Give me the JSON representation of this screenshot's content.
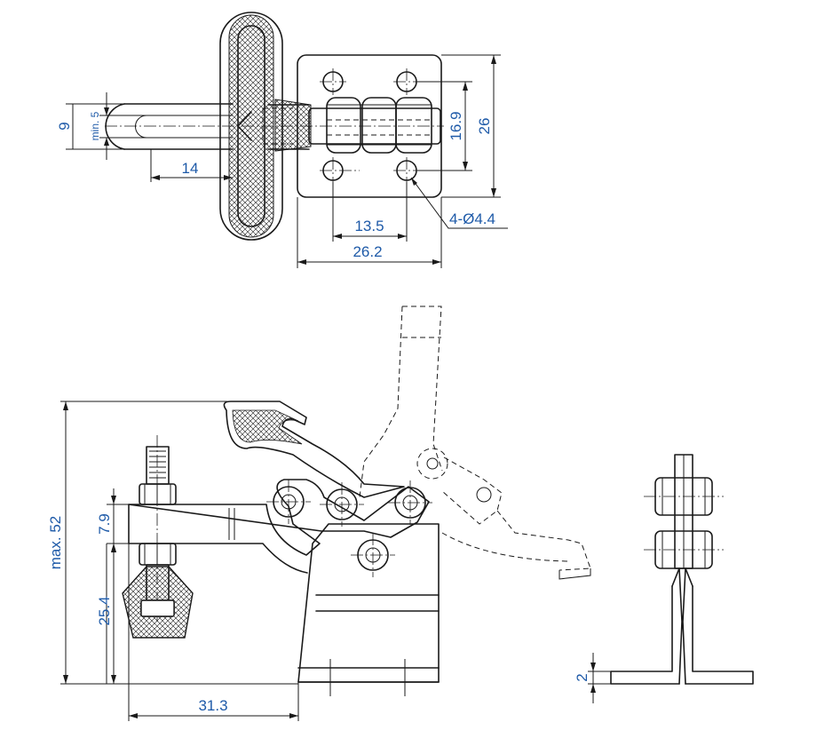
{
  "colors": {
    "dimension_text": "#1e5aa8",
    "line": "#1a1a1a",
    "hatch": "#1a1a1a"
  },
  "top_view": {
    "dim_9": "9",
    "dim_min5": "min. 5",
    "dim_14": "14",
    "dim_16_9": "16.9",
    "dim_26": "26",
    "dim_13_5": "13.5",
    "dim_26_2": "26.2",
    "dim_holes": "4-Ø4.4"
  },
  "side_view": {
    "dim_max52": "max. 52",
    "dim_7_9": "7.9",
    "dim_25_4": "25.4",
    "dim_31_3": "31.3"
  },
  "end_view": {
    "dim_2": "2"
  }
}
